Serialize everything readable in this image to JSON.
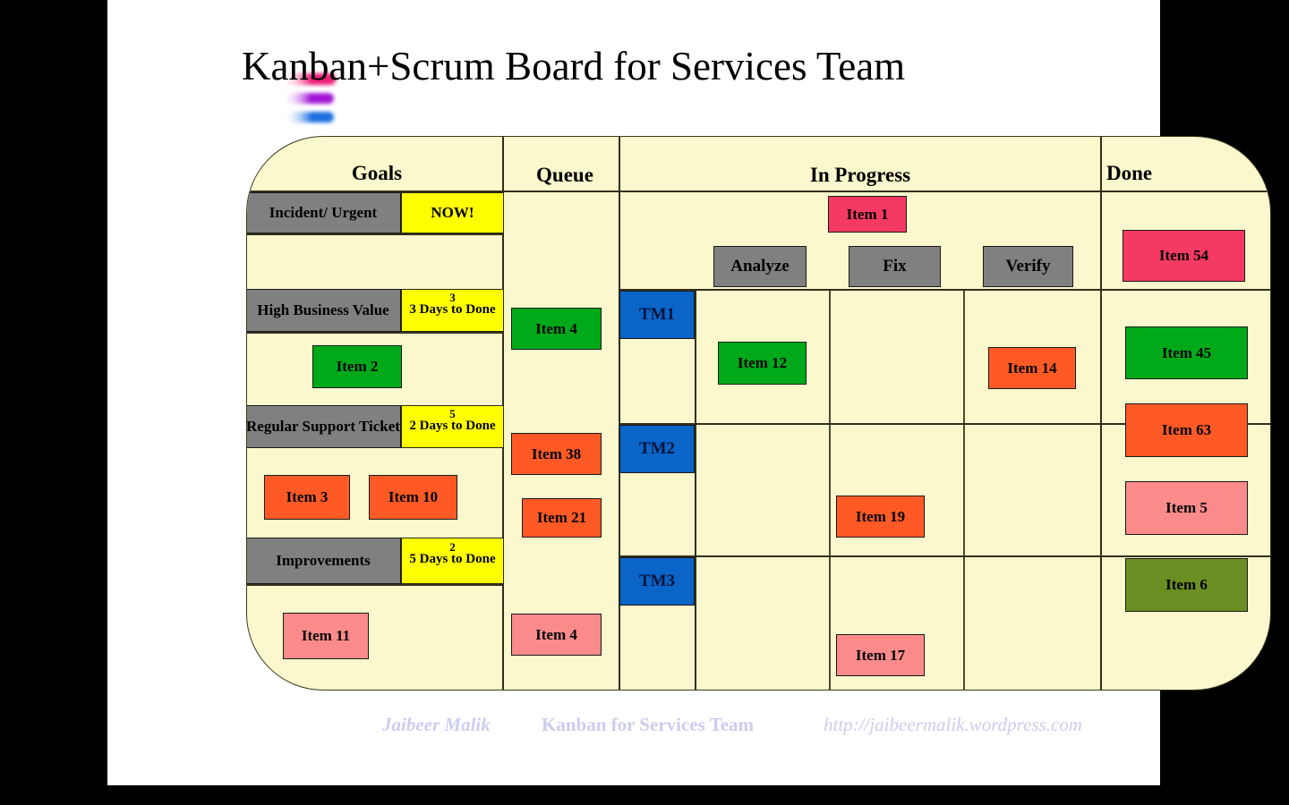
{
  "title": "Kanban+Scrum Board for Services Team",
  "colors": {
    "board_bg": "#FAF8CC",
    "grey": "#808080",
    "yellow": "#FFFF00",
    "blue": "#0B64C8",
    "green": "#00A919",
    "orange": "#FF5A26",
    "pink": "#FB8B8B",
    "crimson": "#F43A62",
    "olive": "#6B8E23"
  },
  "columns": [
    {
      "key": "goals",
      "label": "Goals"
    },
    {
      "key": "queue",
      "label": "Queue"
    },
    {
      "key": "in_progress",
      "label": "In Progress"
    },
    {
      "key": "done",
      "label": "Done"
    }
  ],
  "in_progress_stages": [
    {
      "key": "analyze",
      "label": "Analyze"
    },
    {
      "key": "fix",
      "label": "Fix"
    },
    {
      "key": "verify",
      "label": "Verify"
    }
  ],
  "swimlanes": [
    {
      "key": "tm1",
      "label": "TM1"
    },
    {
      "key": "tm2",
      "label": "TM2"
    },
    {
      "key": "tm3",
      "label": "TM3"
    }
  ],
  "goals": [
    {
      "key": "incident",
      "label": "Incident/ Urgent",
      "sla": {
        "wip": "",
        "days": "NOW!"
      },
      "cards": []
    },
    {
      "key": "high_business_value",
      "label": "High Business Value",
      "sla": {
        "wip": "3",
        "days": "3 Days to Done"
      },
      "cards": [
        {
          "label": "Item 2",
          "color": "green"
        }
      ]
    },
    {
      "key": "regular_support_ticket",
      "label": "Regular Support Ticket",
      "sla": {
        "wip": "5",
        "days": "2 Days to Done"
      },
      "cards": [
        {
          "label": "Item 3",
          "color": "orange"
        },
        {
          "label": "Item 10",
          "color": "orange"
        }
      ]
    },
    {
      "key": "improvements",
      "label": "Improvements",
      "sla": {
        "wip": "2",
        "days": "5 Days to Done"
      },
      "cards": [
        {
          "label": "Item 11",
          "color": "pink"
        }
      ]
    }
  ],
  "queue_cards": [
    {
      "label": "Item 4",
      "color": "green"
    },
    {
      "label": "Item 38",
      "color": "orange"
    },
    {
      "label": "Item 21",
      "color": "orange"
    },
    {
      "label": "Item 4",
      "color": "pink"
    }
  ],
  "in_progress_cards": [
    {
      "label": "Item 1",
      "color": "crimson",
      "lane": "",
      "stage": ""
    },
    {
      "label": "Item 12",
      "color": "green",
      "lane": "tm1",
      "stage": "analyze"
    },
    {
      "label": "Item 14",
      "color": "orange",
      "lane": "tm1",
      "stage": "verify"
    },
    {
      "label": "Item 19",
      "color": "orange",
      "lane": "tm2",
      "stage": "fix"
    },
    {
      "label": "Item 17",
      "color": "pink",
      "lane": "tm3",
      "stage": "fix"
    }
  ],
  "done_cards": [
    {
      "label": "Item 54",
      "color": "crimson"
    },
    {
      "label": "Item 45",
      "color": "green"
    },
    {
      "label": "Item 63",
      "color": "orange"
    },
    {
      "label": "Item 5",
      "color": "pink"
    },
    {
      "label": "Item 6",
      "color": "olive"
    }
  ],
  "footer": {
    "author": "Jaibeer Malik",
    "middle": "Kanban for Services Team",
    "url": "http://jaibeermalik.wordpress.com"
  }
}
